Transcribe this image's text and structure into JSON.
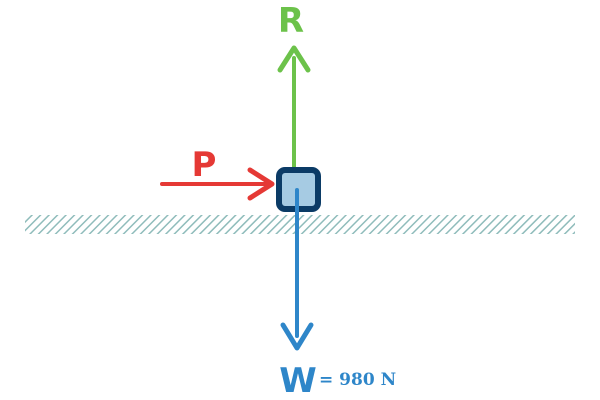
{
  "diagram": {
    "forces": {
      "normal": {
        "label": "R",
        "color": "#6cc24a"
      },
      "push": {
        "label": "P",
        "color": "#e53935"
      },
      "weight": {
        "label": "W",
        "value_text": "= 980 N",
        "color": "#2e86c9"
      }
    },
    "block": {
      "fill": "#a6cbe3",
      "border": "#0b3b66"
    },
    "ground": {
      "color": "#8fbcbb"
    }
  }
}
